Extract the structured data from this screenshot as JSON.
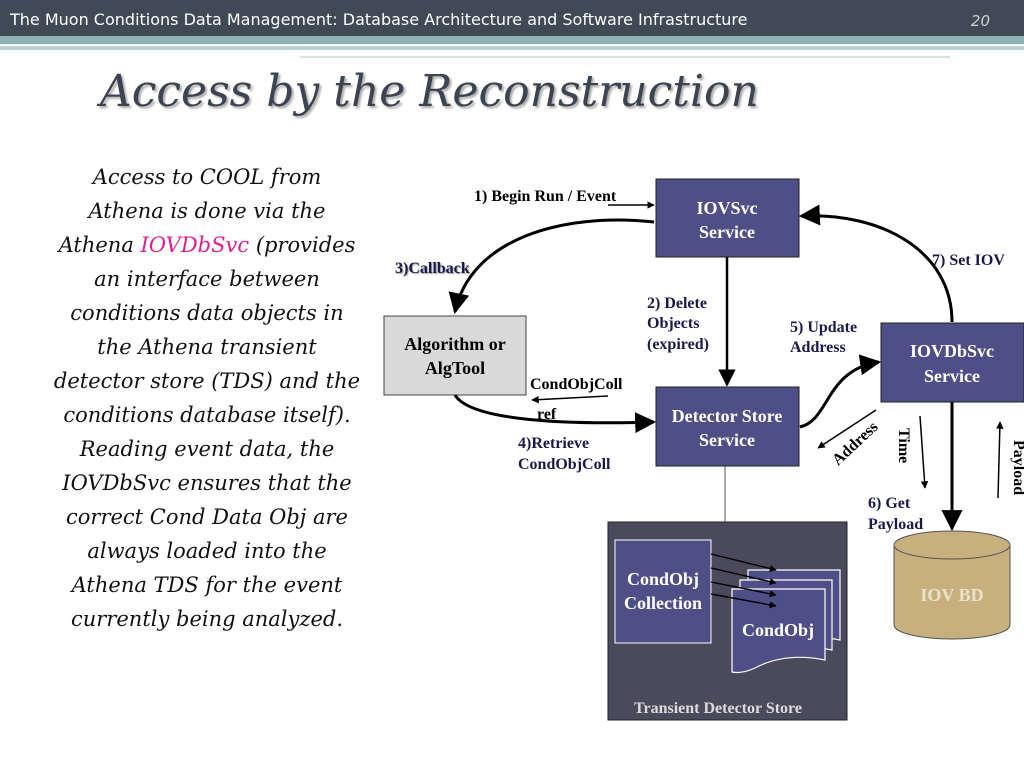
{
  "header": {
    "title": "The Muon Conditions Data Management: Database Architecture and Software Infrastructure",
    "page_number": "20"
  },
  "slide": {
    "title": "Access by the Reconstruction"
  },
  "body": {
    "p1_before": "Access to COOL from Athena is done via the Athena ",
    "p1_highlight": "IOVDbSvc",
    "p1_after": " (provides an interface between conditions data objects in the Athena transient detector store (TDS) and the conditions database itself).",
    "p2": "Reading event data, the IOVDbSvc ensures that the correct Cond Data Obj are always loaded into the Athena TDS for the event currently being analyzed."
  },
  "diagram": {
    "boxes": {
      "iovsvc_line1": "IOVSvc",
      "iovsvc_line2": "Service",
      "algorithm_line1": "Algorithm or",
      "algorithm_line2": "AlgTool",
      "detector_line1": "Detector Store",
      "detector_line2": "Service",
      "iovdbsvc_line1": "IOVDbSvc",
      "iovdbsvc_line2": "Service",
      "iov_bd": "IOV BD",
      "condobj_collection_line1": "CondObj",
      "condobj_collection_line2": "Collection",
      "condobj": "CondObj",
      "transient_store": "Transient Detector Store"
    },
    "labels": {
      "begin_run": "1) Begin Run / Event",
      "callback": "3)Callback",
      "delete_line1": "2) Delete",
      "delete_line2": "Objects",
      "delete_line3": "(expired)",
      "set_iov": "7) Set IOV",
      "update_line1": "5) Update",
      "update_line2": "Address",
      "condobjcoll": "CondObjColl",
      "ref": "ref",
      "retrieve_line1": "4)Retrieve",
      "retrieve_line2": "CondObjColl",
      "address": "Address",
      "time": "Time",
      "payload": "Payload",
      "get_payload_line1": "6) Get",
      "get_payload_line2": "Payload"
    },
    "colors": {
      "service_box": "#4e4f86",
      "algorithm_box": "#d9d9d9",
      "transient_store": "#4b4a5c",
      "iov_bd": "#c8b07e"
    }
  }
}
